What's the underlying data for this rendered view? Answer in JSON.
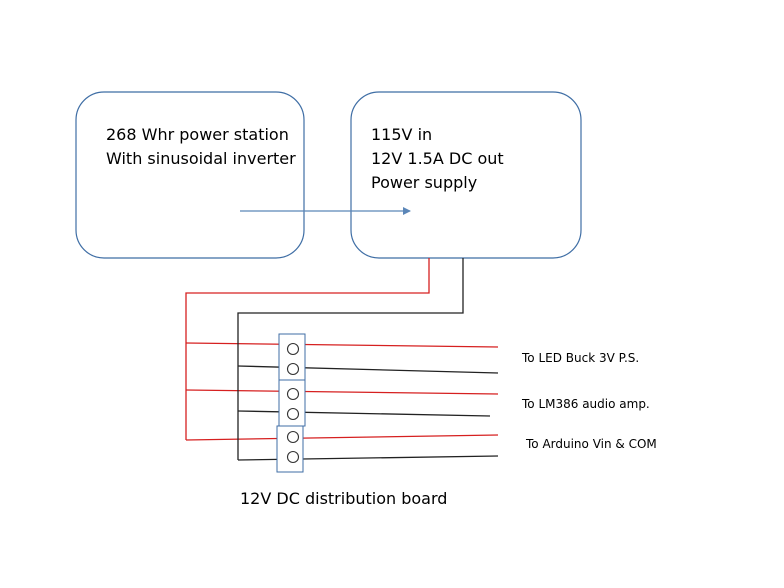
{
  "boxes": {
    "power_station": {
      "line1": "268 Whr power station",
      "line2": "With sinusoidal inverter"
    },
    "power_supply": {
      "line1": "115V in",
      "line2": "12V 1.5A DC out",
      "line3": "Power supply"
    }
  },
  "outputs": [
    "To LED Buck 3V P.S.",
    "To LM386 audio amp.",
    "To Arduino Vin & COM"
  ],
  "caption": "12V DC distribution board",
  "colors": {
    "box_stroke": "#3f6ea5",
    "arrow": "#5b86b8",
    "positive_wire": "#d62020",
    "negative_wire": "#222222"
  }
}
